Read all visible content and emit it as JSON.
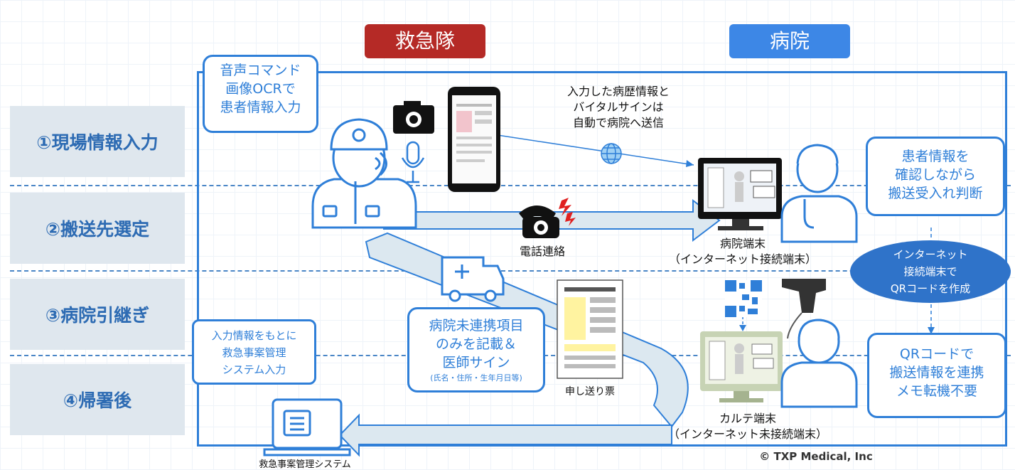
{
  "headers": {
    "ambulance": "救急隊",
    "hospital": "病院"
  },
  "stages": [
    "①現場情報入力",
    "②搬送先選定",
    "③病院引継ぎ",
    "④帰署後"
  ],
  "bubbles": {
    "voice_ocr": [
      "音声コマンド",
      "画像OCRで",
      "患者情報入力"
    ],
    "confirm": [
      "患者情報を",
      "確認しながら",
      "搬送受入れ判断"
    ],
    "qr_link": [
      "QRコードで",
      "搬送情報を連携",
      "メモ転機不要"
    ],
    "handover_main": [
      "病院未連携項目",
      "のみを記載＆",
      "医師サイン"
    ],
    "handover_sub": "(氏名・住所・生年月日等)",
    "system_entry": [
      "入力情報をもとに",
      "救急事案管理",
      "システム入力"
    ]
  },
  "labels": {
    "auto_send": [
      "入力した病歴情報と",
      "バイタルサインは",
      "自動で病院へ送信"
    ],
    "phone": "電話連絡",
    "hospital_terminal": [
      "病院端末",
      "（インターネット接続端末）"
    ],
    "memo": "申し送り票",
    "chart_terminal": [
      "カルテ端末",
      "（インターネット未接続端末）"
    ],
    "system": "救急事案管理システム",
    "qr_pill": [
      "インターネット",
      "接続端末で",
      "QRコードを作成"
    ],
    "copyright": "© TXP Medical, Inc"
  },
  "colors": {
    "ambulance_header": "#b52a26",
    "hospital_header": "#3d87e6",
    "accent": "#2f7fd8",
    "stage_bg": "#dfe7ee",
    "flow_arrow": "#dce8f0",
    "chart_monitor": "#c7d3b4"
  }
}
